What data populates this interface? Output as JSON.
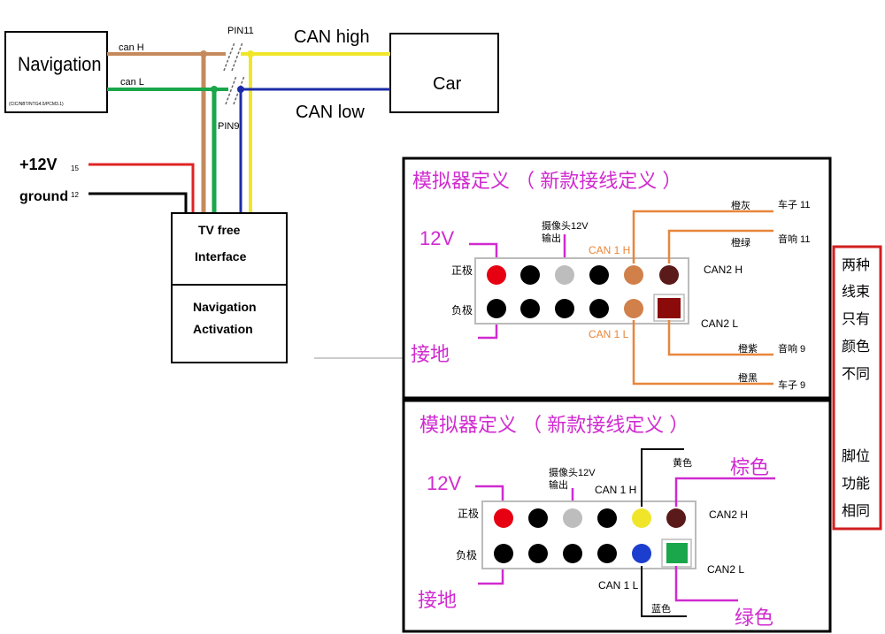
{
  "wiring": {
    "navigation_label": "Navigation",
    "navigation_model": "(CIC/NBT/NTG4.5/PCM3.1)",
    "can_h_label": "can H",
    "can_l_label": "can L",
    "pin11_label": "PIN11",
    "pin9_label": "PIN9",
    "can_high_label": "CAN high",
    "can_low_label": "CAN low",
    "car_label": "Car",
    "v12_label": "+12V",
    "v12_pin": "15",
    "ground_label": "ground",
    "ground_pin": "12",
    "interface_line1": "TV free",
    "interface_line2": "Interface",
    "activation_line1": "Navigation",
    "activation_line2": "Activation"
  },
  "panel_top": {
    "title": "模拟器定义  （ 新款接线定义 ）",
    "label_12v": "12V",
    "label_ground": "接地",
    "camera_line1": "摄像头12V",
    "camera_line2": "输出",
    "can1h": "CAN 1 H",
    "can1l": "CAN 1 L",
    "can2h": "CAN2 H",
    "can2l": "CAN2 L",
    "pos": "正极",
    "neg": "负极",
    "wire_orange_gray": "橙灰",
    "wire_orange_green": "橙绿",
    "wire_orange_purple": "橙紫",
    "wire_orange_black": "橙黑",
    "dest1": "车子 11",
    "dest2": "音响 11",
    "dest3": "音响 9",
    "dest4": "车子 9"
  },
  "panel_bottom": {
    "title": "模拟器定义  （ 新款接线定义 ）",
    "label_12v": "12V",
    "label_ground": "接地",
    "camera_line1": "摄像头12V",
    "camera_line2": "输出",
    "can1h": "CAN 1  H",
    "can1l": "CAN 1  L",
    "can2h": "CAN2 H",
    "can2l": "CAN2 L",
    "pos": "正极",
    "neg": "负极",
    "yellow": "黄色",
    "blue": "蓝色",
    "brown": "棕色",
    "green": "绿色"
  },
  "note": {
    "lines": [
      "两种",
      "线束",
      "只有",
      "颜色",
      "不同",
      "",
      "脚位",
      "功能",
      "相同"
    ]
  },
  "colors": {
    "magenta": "#d02ad0",
    "orange": "#e8863a",
    "brown_wire": "#c58a5c",
    "green_wire": "#1aa64a",
    "yellow_wire": "#f1e52a",
    "blue_wire": "#1c2ca8",
    "red": "#e02424"
  }
}
